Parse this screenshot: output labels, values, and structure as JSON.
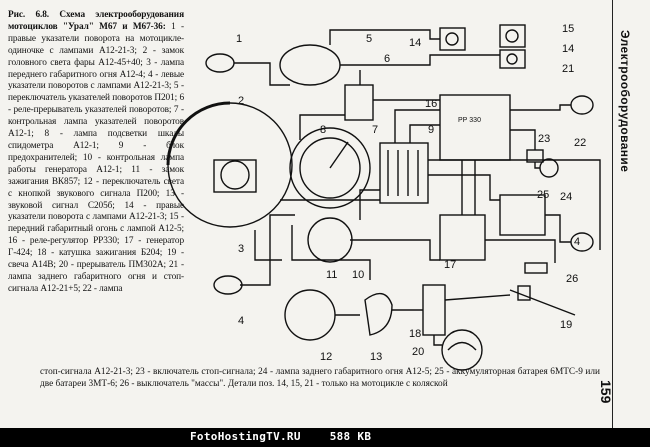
{
  "caption": {
    "title": "Рис. 6.8. Схема электрооборудования мотоциклов \"Урал\" М67 и М67-36:",
    "text": "1 - правые указатели поворота на мотоцикле-одиночке с лампами А12-21-3; 2 - замок головного света фары А12-45+40; 3 - лампа переднего габаритного огня А12-4; 4 - левые указатели поворотов с лампами А12-21-3; 5 - переключатель указателей поворотов П201; 6 - реле-прерыватель указателей поворотов; 7 - контрольная лампа указателей поворотов А12-1; 8 - лампа подсветки шкалы спидометра А12-1; 9 - блок предохранителей; 10 - контрольная лампа работы генератора А12-1; 11 - замок зажигания ВК857; 12 - переключатель света с кнопкой звукового сигнала П200; 13 - звуковой сигнал С205б; 14 - правые указатели поворота с лампами А12-21-3; 15 - передний габаритный огонь с лампой А12-5; 16 - реле-регулятор РР330; 17 - генератор Г-424; 18 - катушка зажигания Б204; 19 - свеча А14В; 20 - прерыватель ПМ302А; 21 - лампа заднего габаритного огня и стоп-сигнала А12-21+5; 22 - лампа"
  },
  "bottom_text": "стоп-сигнала А12-21-3; 23 - включатель стоп-сигнала; 24 - лампа заднего габаритного огня А12-5; 25 - аккумуляторная батарея 6МТС-9 или две батареи 3МТ-6; 26 - выключатель \"массы\". Детали поз. 14, 15, 21 - только на мотоцикле с коляской",
  "side_title": "Электрооборудование",
  "page_number": "159",
  "regulator_label": "РР 330",
  "footer": {
    "site": "FotoHostingTV.RU",
    "size": "588 KB"
  },
  "diagram_labels": {
    "l1": "1",
    "l2": "2",
    "l3": "3",
    "l4": "4",
    "l4b": "4",
    "l5": "5",
    "l6": "6",
    "l7": "7",
    "l8": "8",
    "l9": "9",
    "l10": "10",
    "l11": "11",
    "l12": "12",
    "l13": "13",
    "l14a": "14",
    "l14b": "14",
    "l15": "15",
    "l16": "16",
    "l17": "17",
    "l18": "18",
    "l19": "19",
    "l20": "20",
    "l21": "21",
    "l22": "22",
    "l23": "23",
    "l24": "24",
    "l25": "25",
    "l26": "26"
  }
}
